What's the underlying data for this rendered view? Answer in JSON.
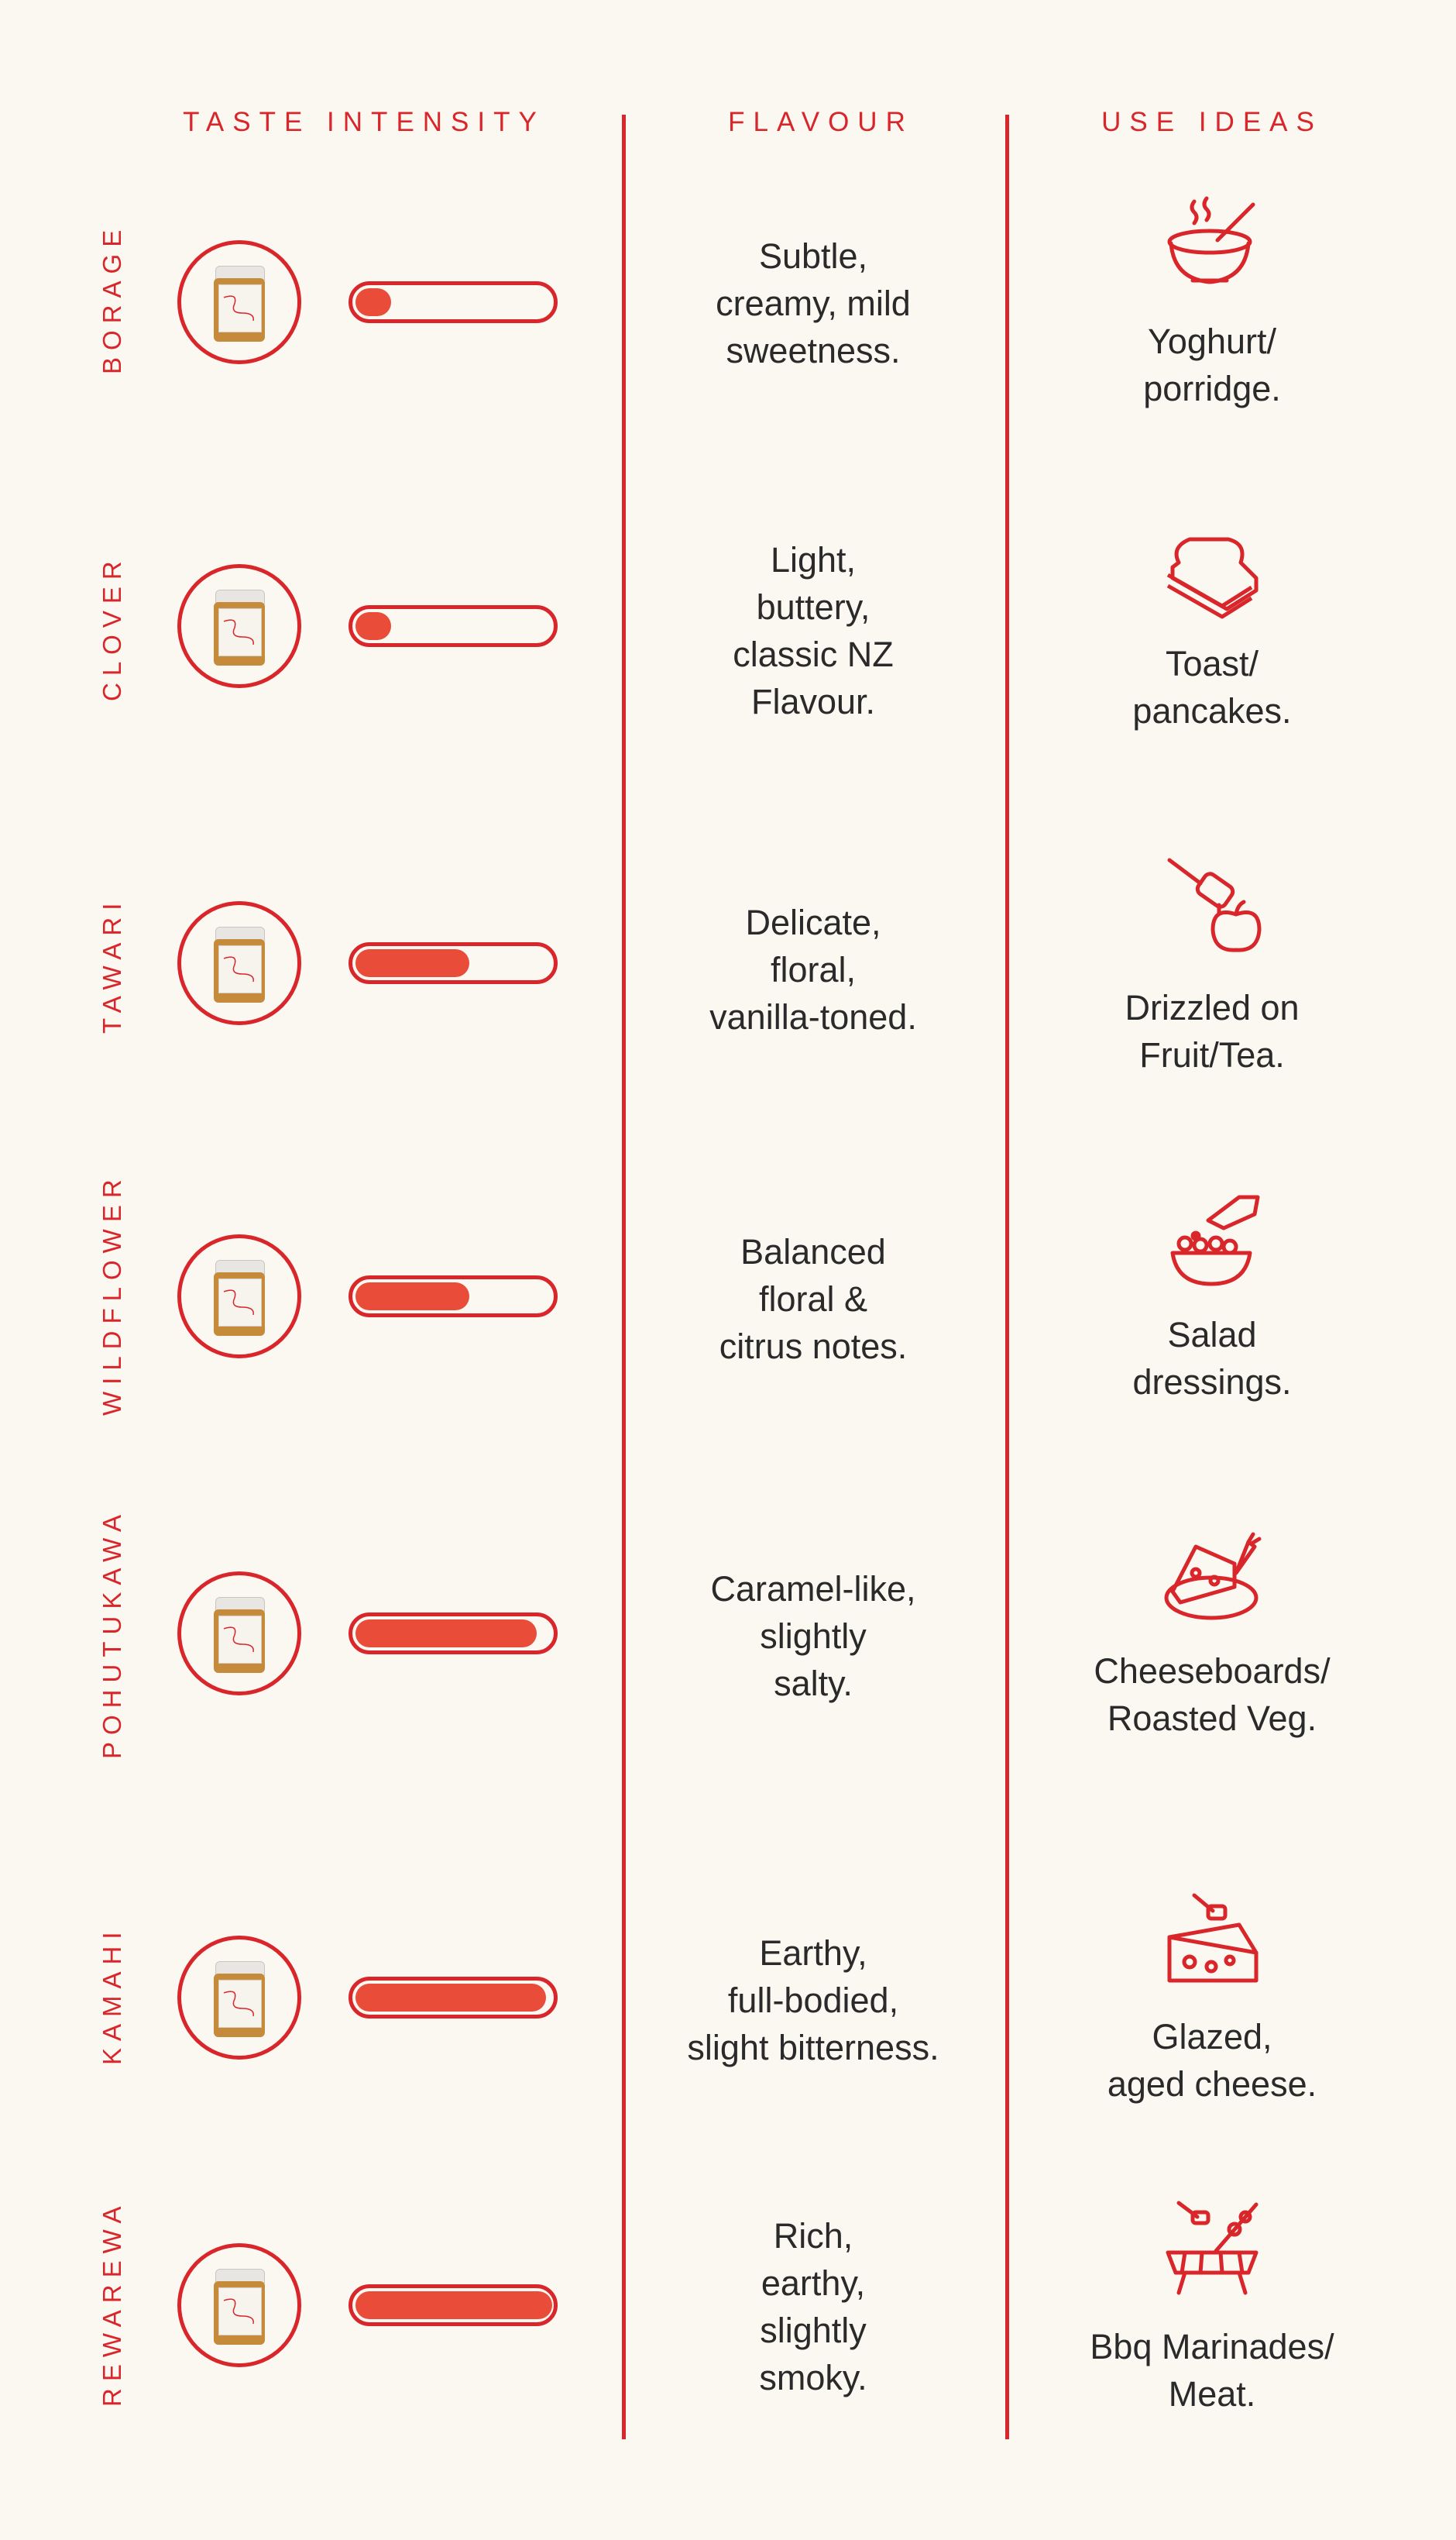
{
  "headers": {
    "taste": "TASTE INTENSITY",
    "flavour": "FLAVOUR",
    "use": "USE IDEAS"
  },
  "colors": {
    "accent": "#d8262b",
    "fill": "#ea4c3a",
    "background": "#fbf8f2"
  },
  "rows": [
    {
      "name": "BORAGE",
      "intensity": 0.18,
      "flavour": "Subtle,\ncreamy, mild\nsweetness.",
      "use": "Yoghurt/\nporridge.",
      "icon": "porridge-bowl-icon"
    },
    {
      "name": "CLOVER",
      "intensity": 0.18,
      "flavour": "Light,\nbuttery,\nclassic NZ\nFlavour.",
      "use": "Toast/\npancakes.",
      "icon": "toast-stack-icon"
    },
    {
      "name": "TAWARI",
      "intensity": 0.58,
      "flavour": "Delicate,\nfloral,\nvanilla-toned.",
      "use": "Drizzled on\nFruit/Tea.",
      "icon": "honey-dipper-apple-icon"
    },
    {
      "name": "WILDFLOWER",
      "intensity": 0.58,
      "flavour": "Balanced\nfloral &\ncitrus notes.",
      "use": "Salad\ndressings.",
      "icon": "salad-bowl-icon"
    },
    {
      "name": "POHUTUKAWA",
      "intensity": 0.92,
      "flavour": "Caramel-like,\nslightly\nsalty.",
      "use": "Cheeseboards/\nRoasted Veg.",
      "icon": "cheeseboard-icon"
    },
    {
      "name": "KAMAHI",
      "intensity": 0.97,
      "flavour": "Earthy,\nfull-bodied,\nslight bitterness.",
      "use": "Glazed,\naged cheese.",
      "icon": "glazed-cheese-icon"
    },
    {
      "name": "REWAREWA",
      "intensity": 1.0,
      "flavour": "Rich,\nearthy,\nslightly\nsmoky.",
      "use": "Bbq Marinades/\nMeat.",
      "icon": "bbq-grill-icon"
    }
  ]
}
